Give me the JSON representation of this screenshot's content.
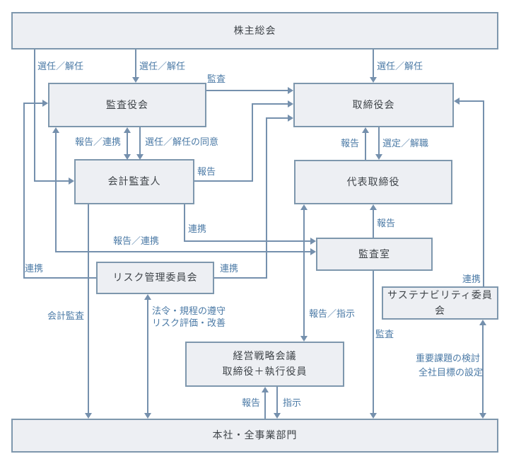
{
  "diagram": {
    "title": "corporate-governance-structure",
    "colors": {
      "line": "#7590ad",
      "box_border": "#7e97ad",
      "box_fill": "#edeff3",
      "box_text": "#3f4449",
      "edge_label_text": "#4b7aa6",
      "background": "#ffffff"
    },
    "nodes": {
      "shareholders": {
        "label": "株主総会"
      },
      "audit_board": {
        "label": "監査役会"
      },
      "board_of_directors": {
        "label": "取締役会"
      },
      "accounting_auditor": {
        "label": "会計監査人"
      },
      "representative_director": {
        "label": "代表取締役"
      },
      "audit_office": {
        "label": "監査室"
      },
      "risk_committee": {
        "label": "リスク管理委員会"
      },
      "sustainability_committee": {
        "label": "サステナビリティ委員会"
      },
      "strategy_meeting": {
        "label_line1": "経営戦略会議",
        "label_line2": "取締役＋執行役員"
      },
      "head_office": {
        "label": "本社・全事業部門"
      }
    },
    "edges": {
      "shareholders_to_accounting_auditor": {
        "label": "選任／解任"
      },
      "shareholders_to_audit_board": {
        "label": "選任／解任"
      },
      "shareholders_to_directors": {
        "label": "選任／解任"
      },
      "audit_board_to_directors": {
        "label": "監査"
      },
      "audit_board_accounting_auditor_report": {
        "label": "報告／連携"
      },
      "audit_board_to_accounting_auditor_consent": {
        "label": "選任／解任の同意"
      },
      "accounting_auditor_to_directors": {
        "label": "報告"
      },
      "representative_to_directors_report": {
        "label": "報告"
      },
      "directors_to_representative_select": {
        "label": "選定／解職"
      },
      "audit_office_to_representative": {
        "label": "報告"
      },
      "representative_strategy_meeting": {
        "label": "報告／指示"
      },
      "accounting_auditor_to_audit_office": {
        "label": "連携"
      },
      "audit_board_audit_office": {
        "label": "報告／連携"
      },
      "risk_committee_to_audit_board": {
        "label": "連携"
      },
      "risk_committee_to_directors": {
        "label": "連携"
      },
      "sustainability_to_directors": {
        "label": "連携"
      },
      "accounting_auditor_to_head_office": {
        "label": "会計監査"
      },
      "risk_committee_head_office": {
        "label1": "法令・規程の遵守",
        "label2": "リスク評価・改善"
      },
      "audit_office_to_head_office": {
        "label": "監査"
      },
      "head_office_to_strategy_report": {
        "label": "報告"
      },
      "strategy_to_head_office_instruct": {
        "label": "指示"
      },
      "sustainability_head_office": {
        "label1": "重要課題の検討",
        "label2": "全社目標の設定"
      }
    }
  }
}
